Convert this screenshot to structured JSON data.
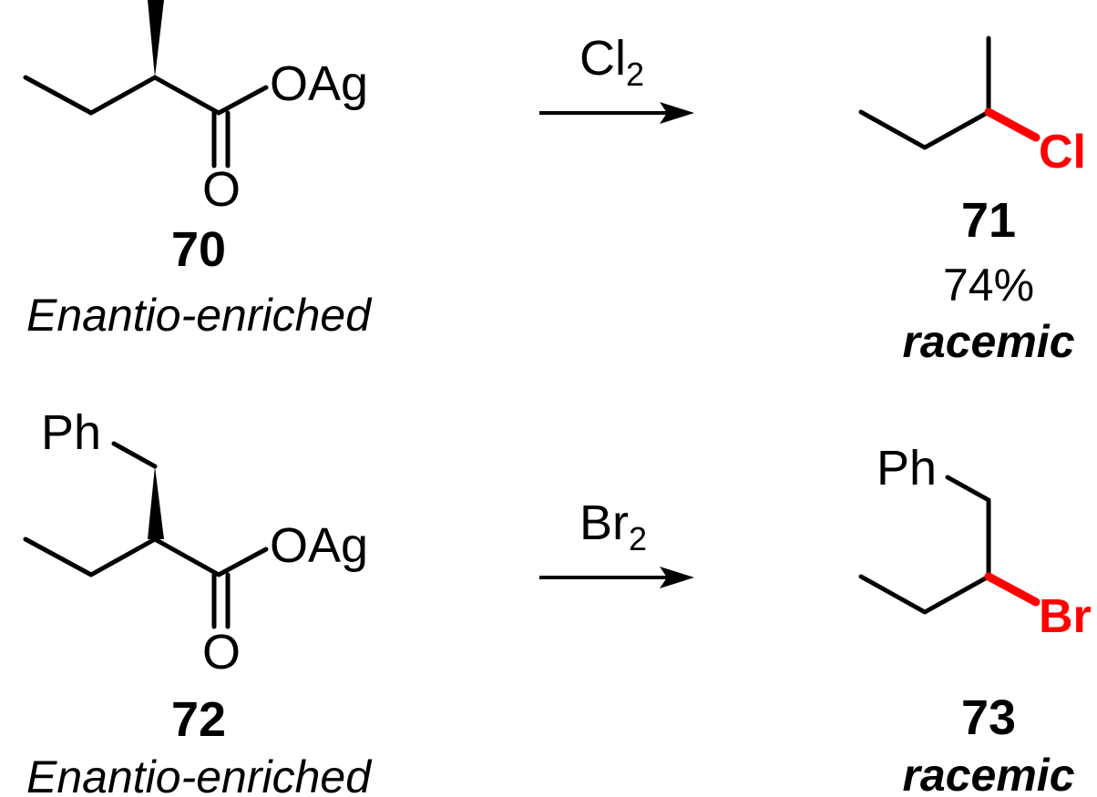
{
  "colors": {
    "halogen": "#ff0000",
    "bond": "#000000"
  },
  "reactions": [
    {
      "reactant": {
        "id": "70",
        "group": "OAg",
        "carbonyl_o": "O",
        "descriptor": "Enantio-enriched"
      },
      "reagent": {
        "symbol": "Cl",
        "subscript": "2"
      },
      "product": {
        "id": "71",
        "halogen": "Cl",
        "yield": "74%",
        "descriptor": "racemic"
      }
    },
    {
      "reactant": {
        "id": "72",
        "substituent": "Ph",
        "group": "OAg",
        "carbonyl_o": "O",
        "descriptor": "Enantio-enriched"
      },
      "reagent": {
        "symbol": "Br",
        "subscript": "2"
      },
      "product": {
        "id": "73",
        "substituent": "Ph",
        "halogen": "Br",
        "descriptor": "racemic"
      }
    }
  ]
}
